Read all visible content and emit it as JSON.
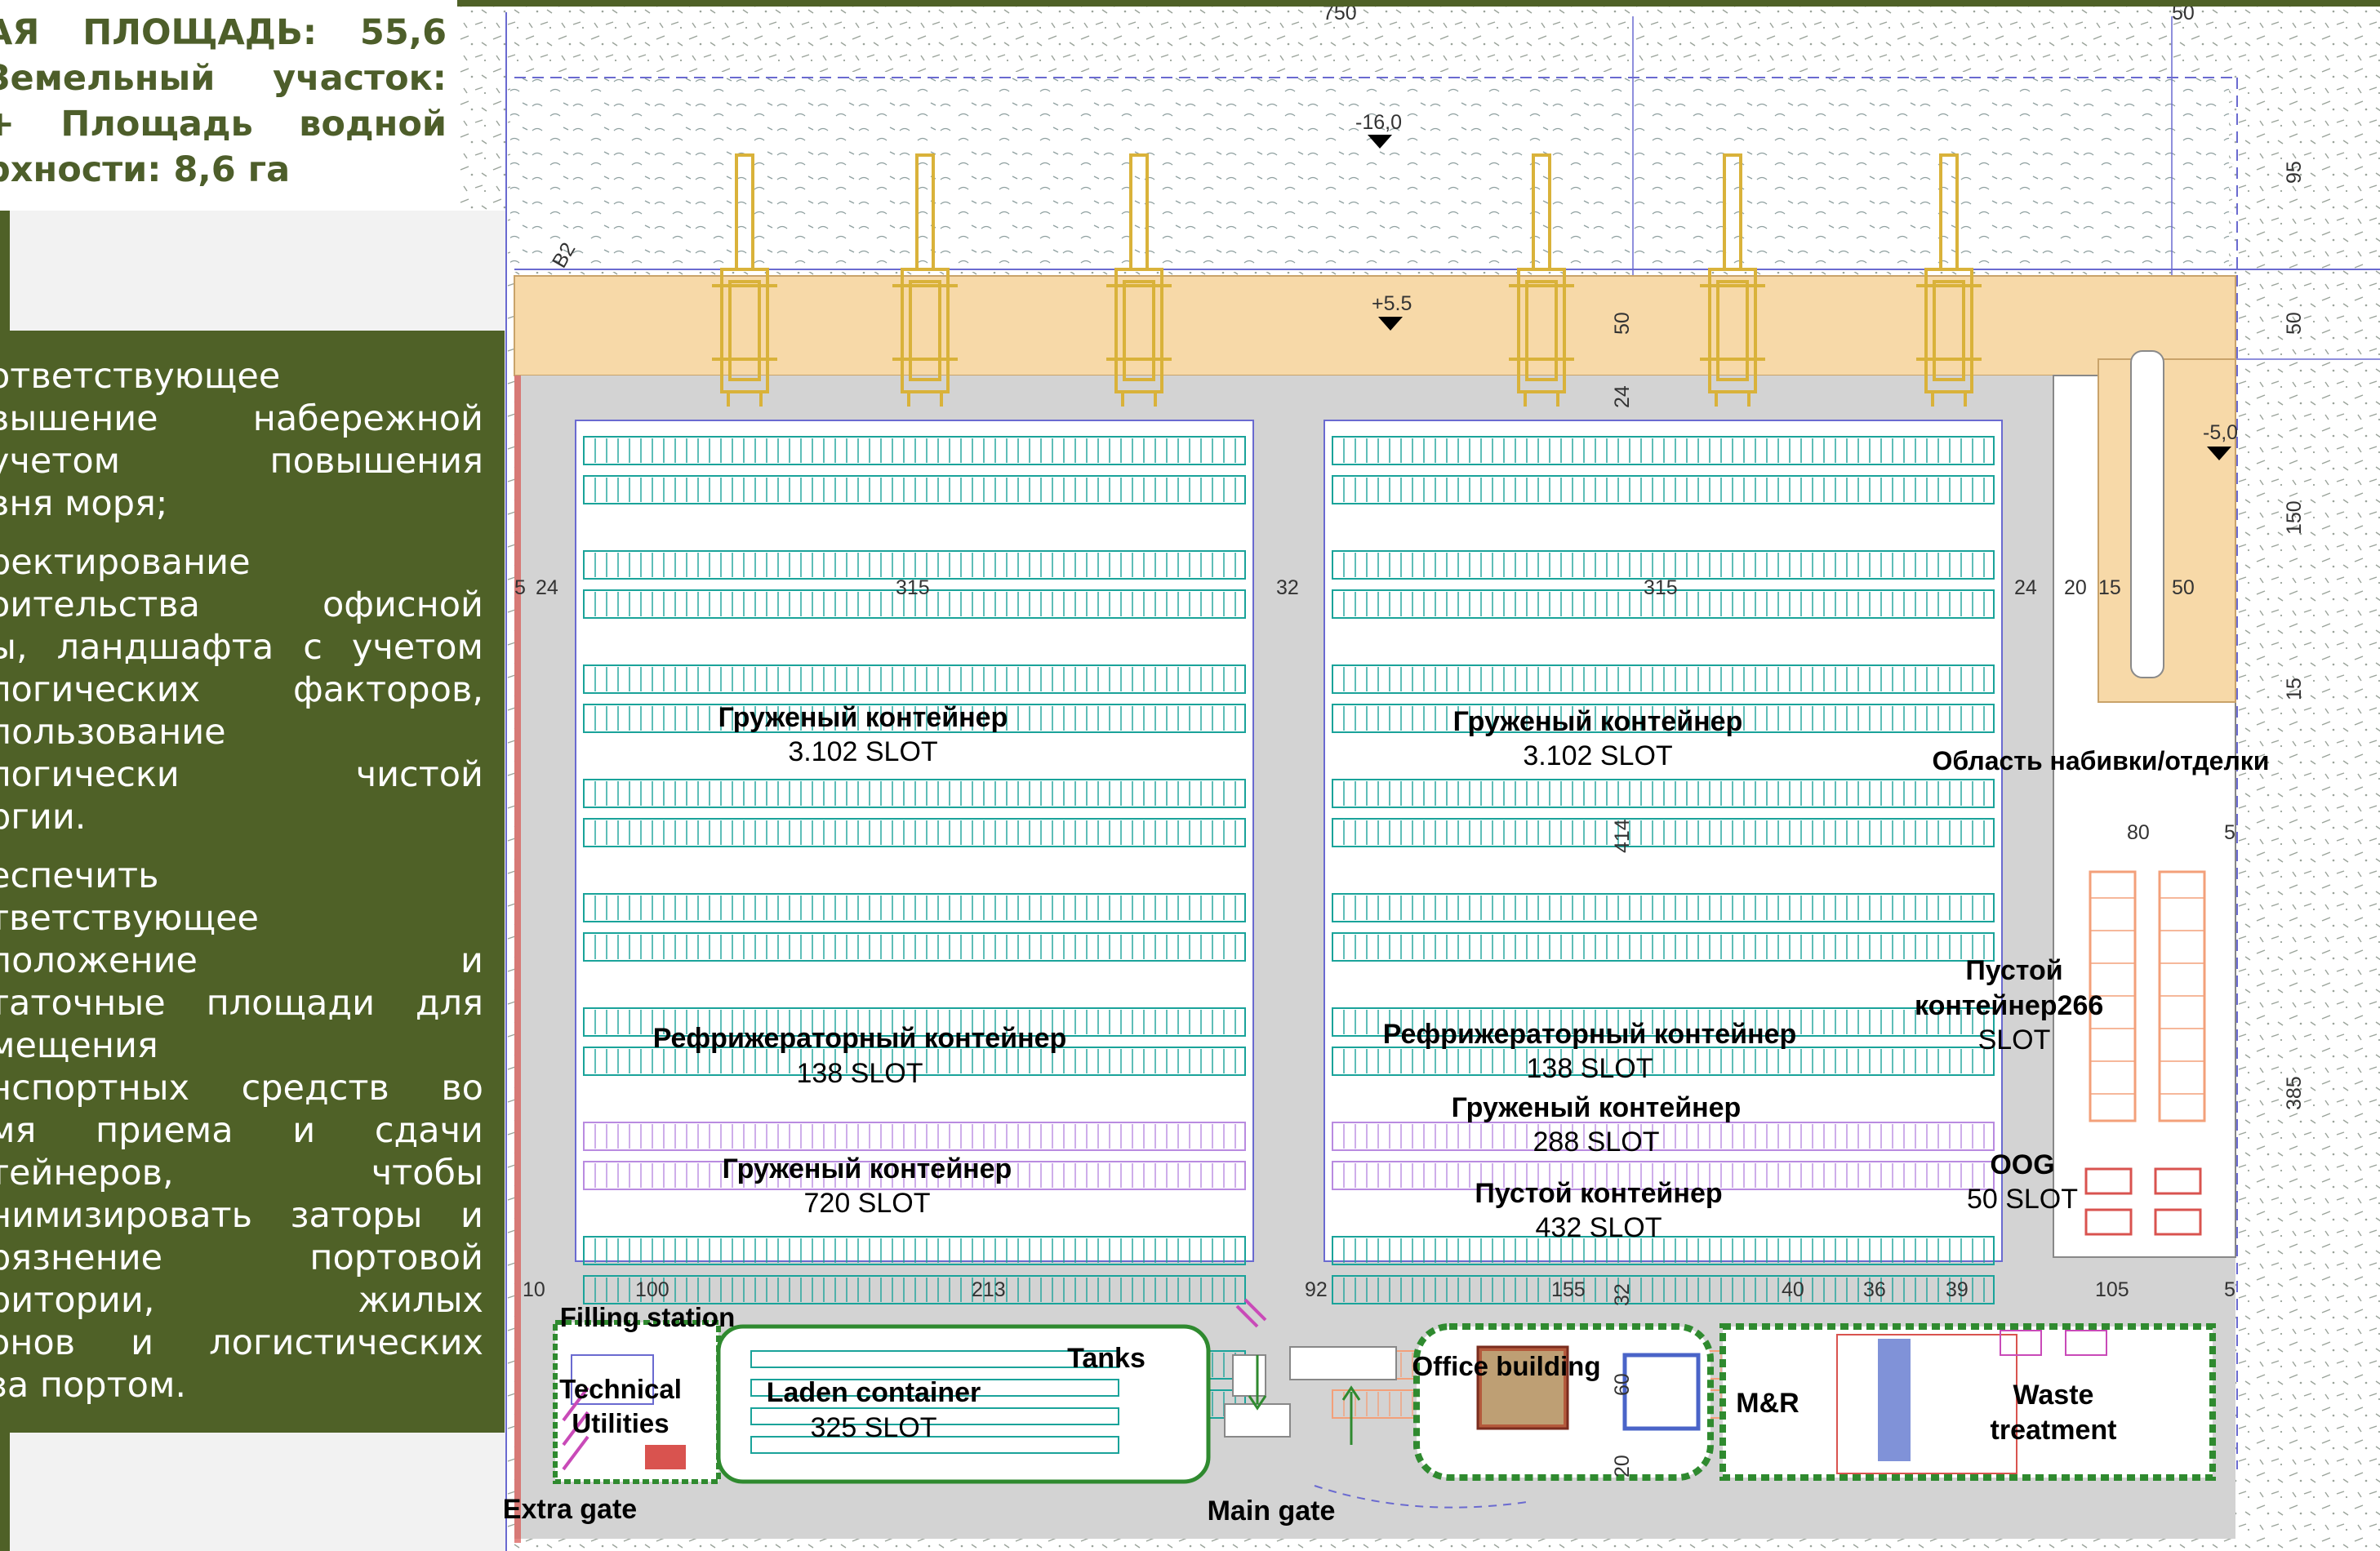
{
  "header": {
    "lines": [
      "АЯ ПЛОЩАДЬ: 55,6",
      "Земельный участок:",
      "+ Площадь водной",
      "рхности: 8,6 га"
    ]
  },
  "panel": {
    "bullet1": [
      "ответствующее",
      "вышение набережной",
      "учетом повышения",
      "вня моря;"
    ],
    "bullet2": [
      "ректирование",
      "оительства офисной",
      "ы, ландшафта с учетом",
      "логических факторов,",
      "пользование",
      "логически чистой",
      "ргии."
    ],
    "bullet3": [
      "еспечить",
      "тветствующее",
      "положение и",
      "таточные площади для",
      "мещения",
      "нспортных средств во",
      "мя приема и сдачи",
      "тейнеров, чтобы",
      "нимизировать заторы и",
      "рязнение портовой",
      "ритории, жилых",
      "онов и логистических",
      "за портом."
    ]
  },
  "yards": {
    "left_laden": {
      "name": "Груженый контейнер",
      "slots": "3.102 SLOT"
    },
    "right_laden": {
      "name": "Груженый контейнер",
      "slots": "3.102 SLOT"
    },
    "left_reefer": {
      "name": "Рефрижераторный контейнер",
      "slots": "138 SLOT"
    },
    "right_reefer": {
      "name": "Рефрижераторный контейнер",
      "slots": "138 SLOT"
    },
    "left_laden_2": {
      "name": "Груженый контейнер",
      "slots": "720 SLOT"
    },
    "right_laden_2": {
      "name": "Груженый контейнер",
      "slots": "288 SLOT"
    },
    "right_empty": {
      "name": "Пустой контейнер",
      "slots": "432 SLOT"
    },
    "stuffing": "Область набивки/отделки",
    "empty_side": {
      "line1": "Пустой",
      "line2": "контейнер266",
      "line3": "SLOT"
    },
    "oog": {
      "name": "OOG",
      "slots": "50 SLOT"
    }
  },
  "facilities": {
    "filling_station": "Filling station",
    "technical_1": "Technical",
    "technical_2": "Utilities",
    "laden_container": "Laden container",
    "laden_slots": "325 SLOT",
    "tanks": "Tanks",
    "office": "Office building",
    "mr": "M&R",
    "waste_1": "Waste",
    "waste_2": "treatment",
    "extra_gate": "Extra gate",
    "main_gate": "Main gate"
  },
  "dimensions": {
    "top_750": "750",
    "top_50": "50",
    "depth": "-16,0",
    "level": "+5.5",
    "depth_5": "-5,0",
    "b2": "B2",
    "d50a": "50",
    "d24a": "24",
    "d95": "95",
    "d50b": "50",
    "d150": "150",
    "r5": "5",
    "r24": "24",
    "d315a": "315",
    "d32a": "32",
    "d315b": "315",
    "r24b": "24",
    "r20": "20",
    "r15": "15",
    "r50": "50",
    "d414": "414",
    "d80": "80",
    "d5a": "5",
    "d15": "15",
    "d385": "385",
    "b10": "10",
    "b100": "100",
    "b213": "213",
    "b92": "92",
    "b155": "155",
    "b32": "32",
    "b40": "40",
    "b36": "36",
    "b39": "39",
    "b105": "105",
    "b5": "5",
    "b60": "60",
    "b20": "20"
  },
  "colors": {
    "panel_bg": "#4f6127",
    "quay": "#f7d9a8",
    "crane": "#d9b23a",
    "laden_rows": "#1aa39a",
    "reefer_rows": "#b98be0",
    "empty_rows": "#f3a07a",
    "hedge": "#2f8a2f"
  }
}
